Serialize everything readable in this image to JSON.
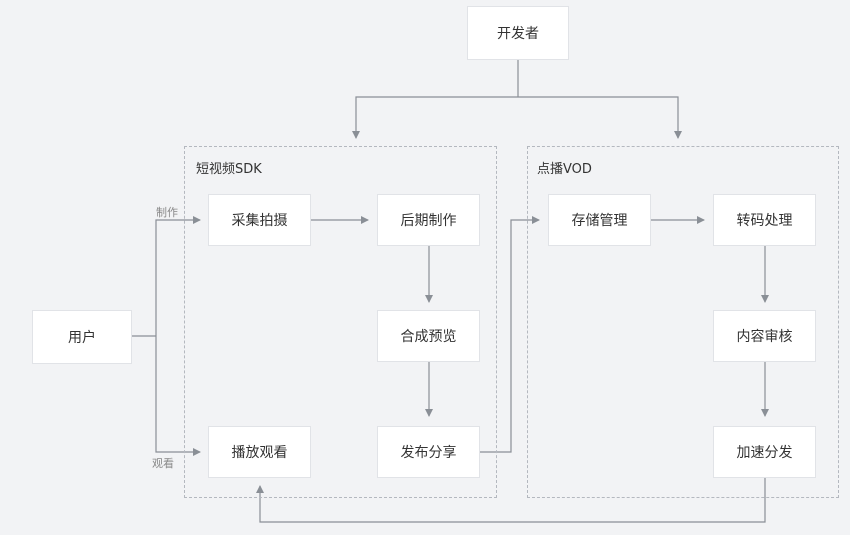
{
  "nodes": {
    "developer": "开发者",
    "user": "用户",
    "capture": "采集拍摄",
    "post_edit": "后期制作",
    "compose_preview": "合成预览",
    "publish_share": "发布分享",
    "playback_watch": "播放观看",
    "storage": "存储管理",
    "transcode": "转码处理",
    "content_review": "内容审核",
    "cdn_delivery": "加速分发"
  },
  "groups": {
    "sdk": "短视频SDK",
    "vod": "点播VOD"
  },
  "edge_labels": {
    "make": "制作",
    "watch": "观看"
  },
  "colors": {
    "background": "#f2f3f5",
    "node_fill": "#ffffff",
    "line": "#8a8f96",
    "group_border": "#b4b8bf"
  }
}
